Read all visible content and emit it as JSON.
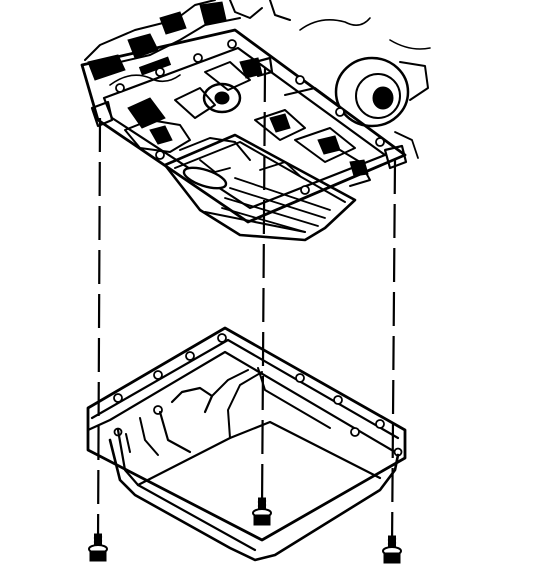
{
  "colors": {
    "line": "#000000",
    "background": "#ffffff"
  },
  "bolts": [
    {
      "name": "left-pan-bolt",
      "icon": "hex-bolt-icon"
    },
    {
      "name": "center-pan-bolt",
      "icon": "hex-bolt-icon"
    },
    {
      "name": "right-pan-bolt",
      "icon": "hex-bolt-icon"
    }
  ],
  "alignment_lines": [
    {
      "name": "left-alignment-line"
    },
    {
      "name": "center-alignment-line"
    },
    {
      "name": "right-alignment-line"
    }
  ]
}
